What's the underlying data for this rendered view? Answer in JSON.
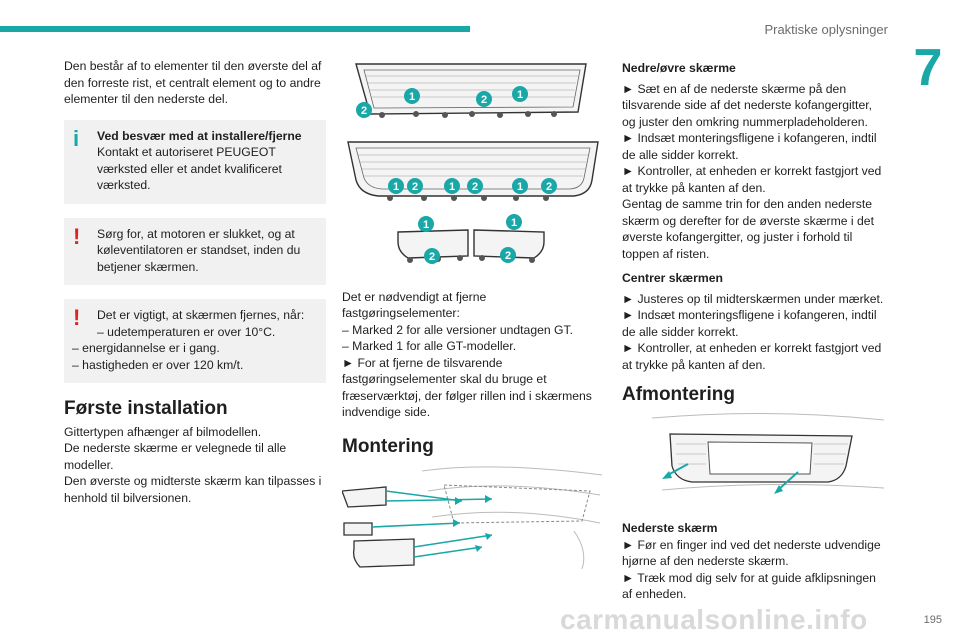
{
  "header": {
    "chapter_title": "Praktiske oplysninger",
    "chapter_number": "7"
  },
  "col1": {
    "intro": "Den består af to elementer til den øverste del af den forreste rist, et centralt element og to andre elementer til den nederste del.",
    "info_note": {
      "bold": "Ved besvær med at installere/fjerne",
      "text": "Kontakt et autoriseret PEUGEOT værksted eller et andet kvalificeret værksted."
    },
    "warn_note1": "Sørg for, at motoren er slukket, og at køleventilatoren er standset, inden du betjener skærmen.",
    "warn_note2": {
      "line1": "Det er vigtigt, at skærmen fjernes, når:",
      "items": [
        "–  udetemperaturen er over 10°C.",
        "–  energidannelse er i gang.",
        "–  hastigheden er over 120 km/t."
      ]
    },
    "heading": "Første installation",
    "para": [
      "Gittertypen afhænger af bilmodellen.",
      "De nederste skærme er velegnede til alle modeller.",
      "Den øverste og midterste skærm kan tilpasses i henhold til bilversionen."
    ]
  },
  "col2": {
    "badges_top": [
      "2",
      "1",
      "2",
      "1"
    ],
    "badges_mid": [
      "1",
      "2",
      "1",
      "2",
      "1",
      "2"
    ],
    "badges_low": [
      "1",
      "2",
      "1",
      "2"
    ],
    "intro": "Det er nødvendigt at fjerne fastgøringselementer:",
    "items": [
      "–  Marked 2 for alle versioner undtagen GT.",
      "–  Marked 1 for alle GT-modeller."
    ],
    "step": "►  For at fjerne de tilsvarende fastgøringselementer skal du bruge et fræserværktøj, der følger rillen ind i skærmens indvendige side.",
    "heading": "Montering"
  },
  "col3": {
    "sub1": "Nedre/øvre skærme",
    "sub1_steps": [
      "►  Sæt en af de nederste skærme på den tilsvarende side af det nederste kofangergitter, og juster den omkring nummerpladeholderen.",
      "►  Indsæt monteringsfligene i kofangeren, indtil de alle sidder korrekt.",
      "►  Kontroller, at enheden er korrekt fastgjort ved at trykke på kanten af den.",
      "Gentag de samme trin for den anden nederste skærm og derefter for de øverste skærme i det øverste kofangergitter, og juster i forhold til toppen af risten."
    ],
    "sub2": "Centrer skærmen",
    "sub2_steps": [
      "►  Justeres op til midterskærmen under mærket.",
      "►  Indsæt monteringsfligene i kofangeren, indtil de alle sidder korrekt.",
      "►  Kontroller, at enheden er korrekt fastgjort ved at trykke på kanten af den."
    ],
    "heading": "Afmontering",
    "sub3": "Nederste skærm",
    "sub3_steps": [
      "►  Før en finger ind ved det nederste udvendige hjørne af den nederste skærm.",
      "►  Træk mod dig selv for at guide afklipsningen af enheden."
    ]
  },
  "footer": {
    "page_number": "195",
    "watermark": "carmanualsonline.info"
  },
  "colors": {
    "accent": "#1aa7a7",
    "warning": "#e02424",
    "note_bg": "#f1f1f1"
  }
}
